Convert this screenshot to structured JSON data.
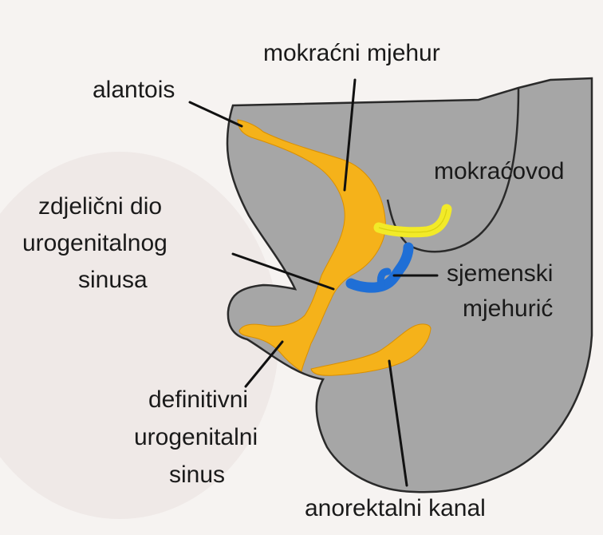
{
  "labels": {
    "alantois": "alantois",
    "mokracni_mjehur": "mokraćni mjehur",
    "mokracovod": "mokraćovod",
    "zdjelicni": [
      "zdjelični dio",
      "urogenitalnog",
      "sinusa"
    ],
    "sjemenski": [
      "sjemenski",
      "mjehurić"
    ],
    "definitivni": [
      "definitivni",
      "urogenitalni",
      "sinus"
    ],
    "anorektalni": "anorektalni kanal"
  },
  "colors": {
    "background": "#f6f3f1",
    "tissue_gray": "#a6a6a6",
    "outline": "#2a2a2a",
    "urogenital_orange": "#f5b21a",
    "ureter_yellow": "#f2ea28",
    "seminal_blue": "#1f6fd6",
    "text": "#1a1a1a"
  }
}
